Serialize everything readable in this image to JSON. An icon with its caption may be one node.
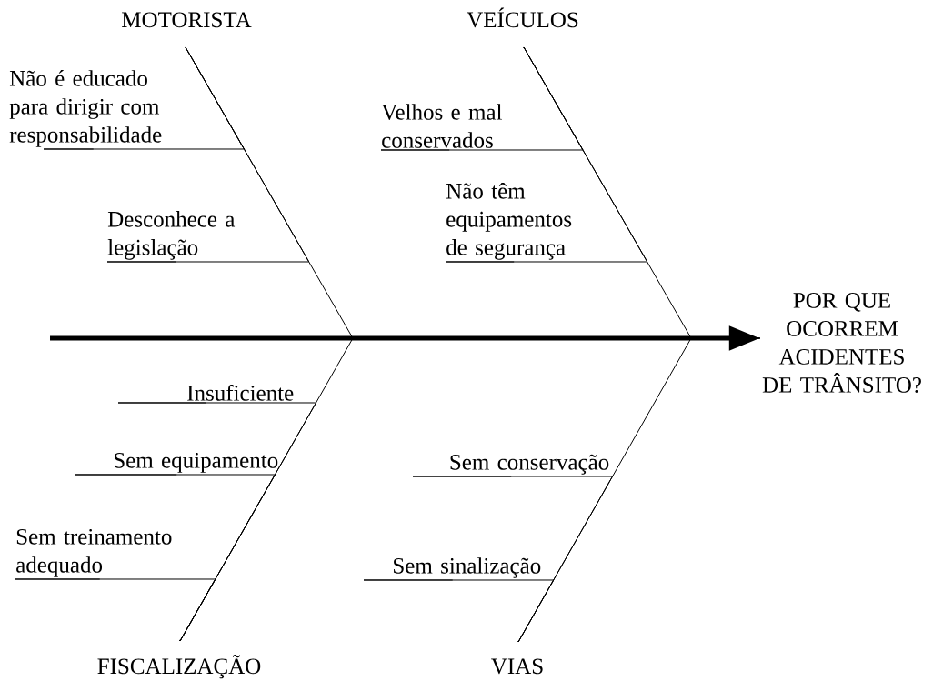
{
  "diagram": {
    "nodes": [
      {
        "text": [
          "MOTORISTA"
        ]
      },
      {
        "text": [
          "Não é educado para dirigir com responsabilidade"
        ]
      },
      {
        "text": [
          "Desconhece a legislação"
        ]
      },
      {
        "text": [
          "VEÍCULOS"
        ]
      },
      {
        "text": [
          "Velhos e mal conservados"
        ]
      },
      {
        "text": [
          "Não têm equipamentos de segurança"
        ]
      },
      {
        "text": [
          "POR QUE OCORREM ACIDENTES DE TRÂNSITO?"
        ]
      },
      {
        "text": [
          "Insuficiente"
        ]
      },
      {
        "text": [
          "Sem equipamento"
        ]
      },
      {
        "text": [
          "Sem treinamento adequado"
        ]
      },
      {
        "text": [
          "Sem conservação"
        ]
      },
      {
        "text": [
          "Sem sinalização"
        ]
      },
      {
        "text": [
          "FISCALIZAÇÃO"
        ]
      },
      {
        "text": [
          "VIAS"
        ]
      }
    ],
    "edges": [
      {
        "from": null,
        "to": 6,
        "arrow": "to",
        "style": "thick"
      },
      {
        "from": 0,
        "to": 6,
        "arrow": "none"
      },
      {
        "from": 3,
        "to": 6,
        "arrow": "none"
      },
      {
        "from": 12,
        "to": 6,
        "arrow": "none"
      },
      {
        "from": 13,
        "to": 6,
        "arrow": "none"
      },
      {
        "from": 1,
        "to": 0,
        "arrow": "none"
      },
      {
        "from": 2,
        "to": 0,
        "arrow": "none"
      },
      {
        "from": 4,
        "to": 3,
        "arrow": "none"
      },
      {
        "from": 5,
        "to": 3,
        "arrow": "none"
      },
      {
        "from": 7,
        "to": 12,
        "arrow": "none"
      },
      {
        "from": 8,
        "to": 12,
        "arrow": "none"
      },
      {
        "from": 9,
        "to": 12,
        "arrow": "none"
      },
      {
        "from": 10,
        "to": 13,
        "arrow": "none"
      },
      {
        "from": 11,
        "to": 13,
        "arrow": "none"
      }
    ]
  }
}
